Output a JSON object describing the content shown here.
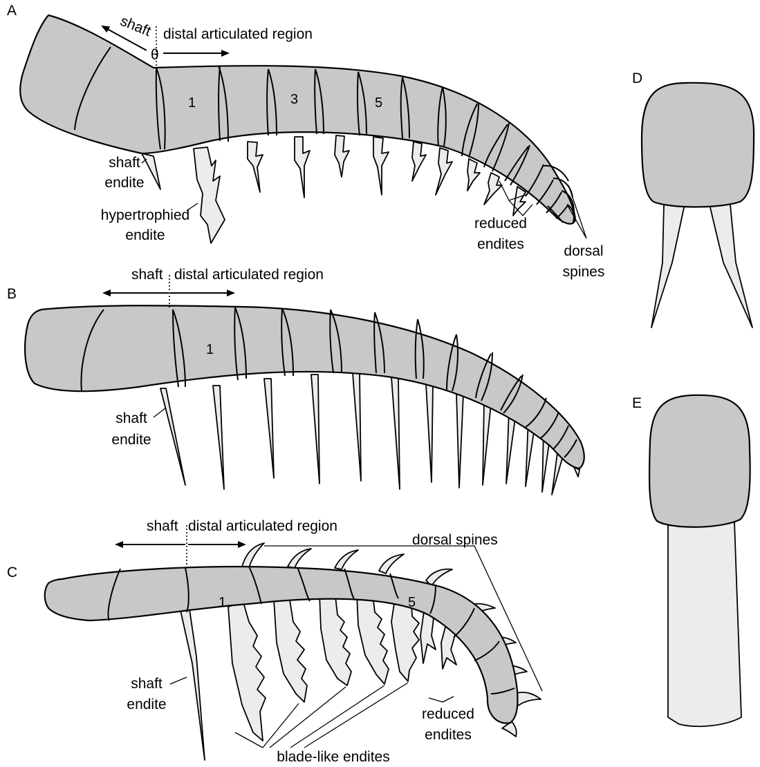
{
  "panels": {
    "A": "A",
    "B": "B",
    "C": "C",
    "D": "D",
    "E": "E"
  },
  "panelA": {
    "shaft": "shaft",
    "theta": "θ",
    "distal": "distal articulated region",
    "num1": "1",
    "num3": "3",
    "num5": "5",
    "shaft_endite_1": "shaft",
    "shaft_endite_2": "endite",
    "hyper_1": "hypertrophied",
    "hyper_2": "endite",
    "reduced_1": "reduced",
    "reduced_2": "endites",
    "dorsal_1": "dorsal",
    "dorsal_2": "spines"
  },
  "panelB": {
    "shaft": "shaft",
    "distal": "distal articulated region",
    "num1": "1",
    "shaft_endite_1": "shaft",
    "shaft_endite_2": "endite"
  },
  "panelC": {
    "shaft": "shaft",
    "distal": "distal articulated region",
    "dorsal": "dorsal spines",
    "num1": "1",
    "num5": "5",
    "shaft_endite_1": "shaft",
    "shaft_endite_2": "endite",
    "reduced_1": "reduced",
    "reduced_2": "endites",
    "blade": "blade-like endites"
  },
  "colors": {
    "body": "#c8c8c8",
    "spine": "#ececec",
    "outline": "#000000"
  }
}
